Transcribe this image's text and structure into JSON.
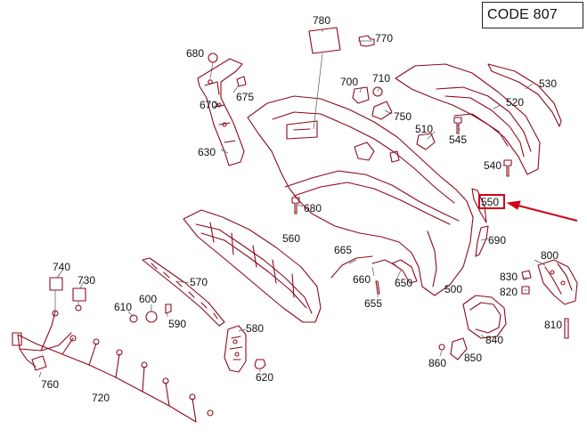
{
  "code_box": {
    "label": "CODE 807",
    "arrow_icon": "arrow-right-icon"
  },
  "colors": {
    "part": "#8b0a1d",
    "label": "#111111",
    "highlight": "#d0021b",
    "leader": "#777777"
  },
  "highlighted_callout": "550",
  "callouts": [
    {
      "id": "c780",
      "text": "780"
    },
    {
      "id": "c770",
      "text": "770"
    },
    {
      "id": "c680a",
      "text": "680"
    },
    {
      "id": "c675",
      "text": "675"
    },
    {
      "id": "c670",
      "text": "670"
    },
    {
      "id": "c630",
      "text": "630"
    },
    {
      "id": "c700",
      "text": "700"
    },
    {
      "id": "c710",
      "text": "710"
    },
    {
      "id": "c750",
      "text": "750"
    },
    {
      "id": "c510",
      "text": "510"
    },
    {
      "id": "c545",
      "text": "545"
    },
    {
      "id": "c530",
      "text": "530"
    },
    {
      "id": "c520",
      "text": "520"
    },
    {
      "id": "c540",
      "text": "540"
    },
    {
      "id": "c550",
      "text": "550"
    },
    {
      "id": "c680b",
      "text": "680"
    },
    {
      "id": "c560",
      "text": "560"
    },
    {
      "id": "c690",
      "text": "690"
    },
    {
      "id": "c665",
      "text": "665"
    },
    {
      "id": "c800",
      "text": "800"
    },
    {
      "id": "c830",
      "text": "830"
    },
    {
      "id": "c820",
      "text": "820"
    },
    {
      "id": "c740",
      "text": "740"
    },
    {
      "id": "c730",
      "text": "730"
    },
    {
      "id": "c570",
      "text": "570"
    },
    {
      "id": "c660",
      "text": "660"
    },
    {
      "id": "c650",
      "text": "650"
    },
    {
      "id": "c500",
      "text": "500"
    },
    {
      "id": "c655",
      "text": "655"
    },
    {
      "id": "c610",
      "text": "610"
    },
    {
      "id": "c600",
      "text": "600"
    },
    {
      "id": "c590",
      "text": "590"
    },
    {
      "id": "c580",
      "text": "580"
    },
    {
      "id": "c840",
      "text": "840"
    },
    {
      "id": "c810",
      "text": "810"
    },
    {
      "id": "c760",
      "text": "760"
    },
    {
      "id": "c720",
      "text": "720"
    },
    {
      "id": "c620",
      "text": "620"
    },
    {
      "id": "c860",
      "text": "860"
    },
    {
      "id": "c850",
      "text": "850"
    }
  ]
}
